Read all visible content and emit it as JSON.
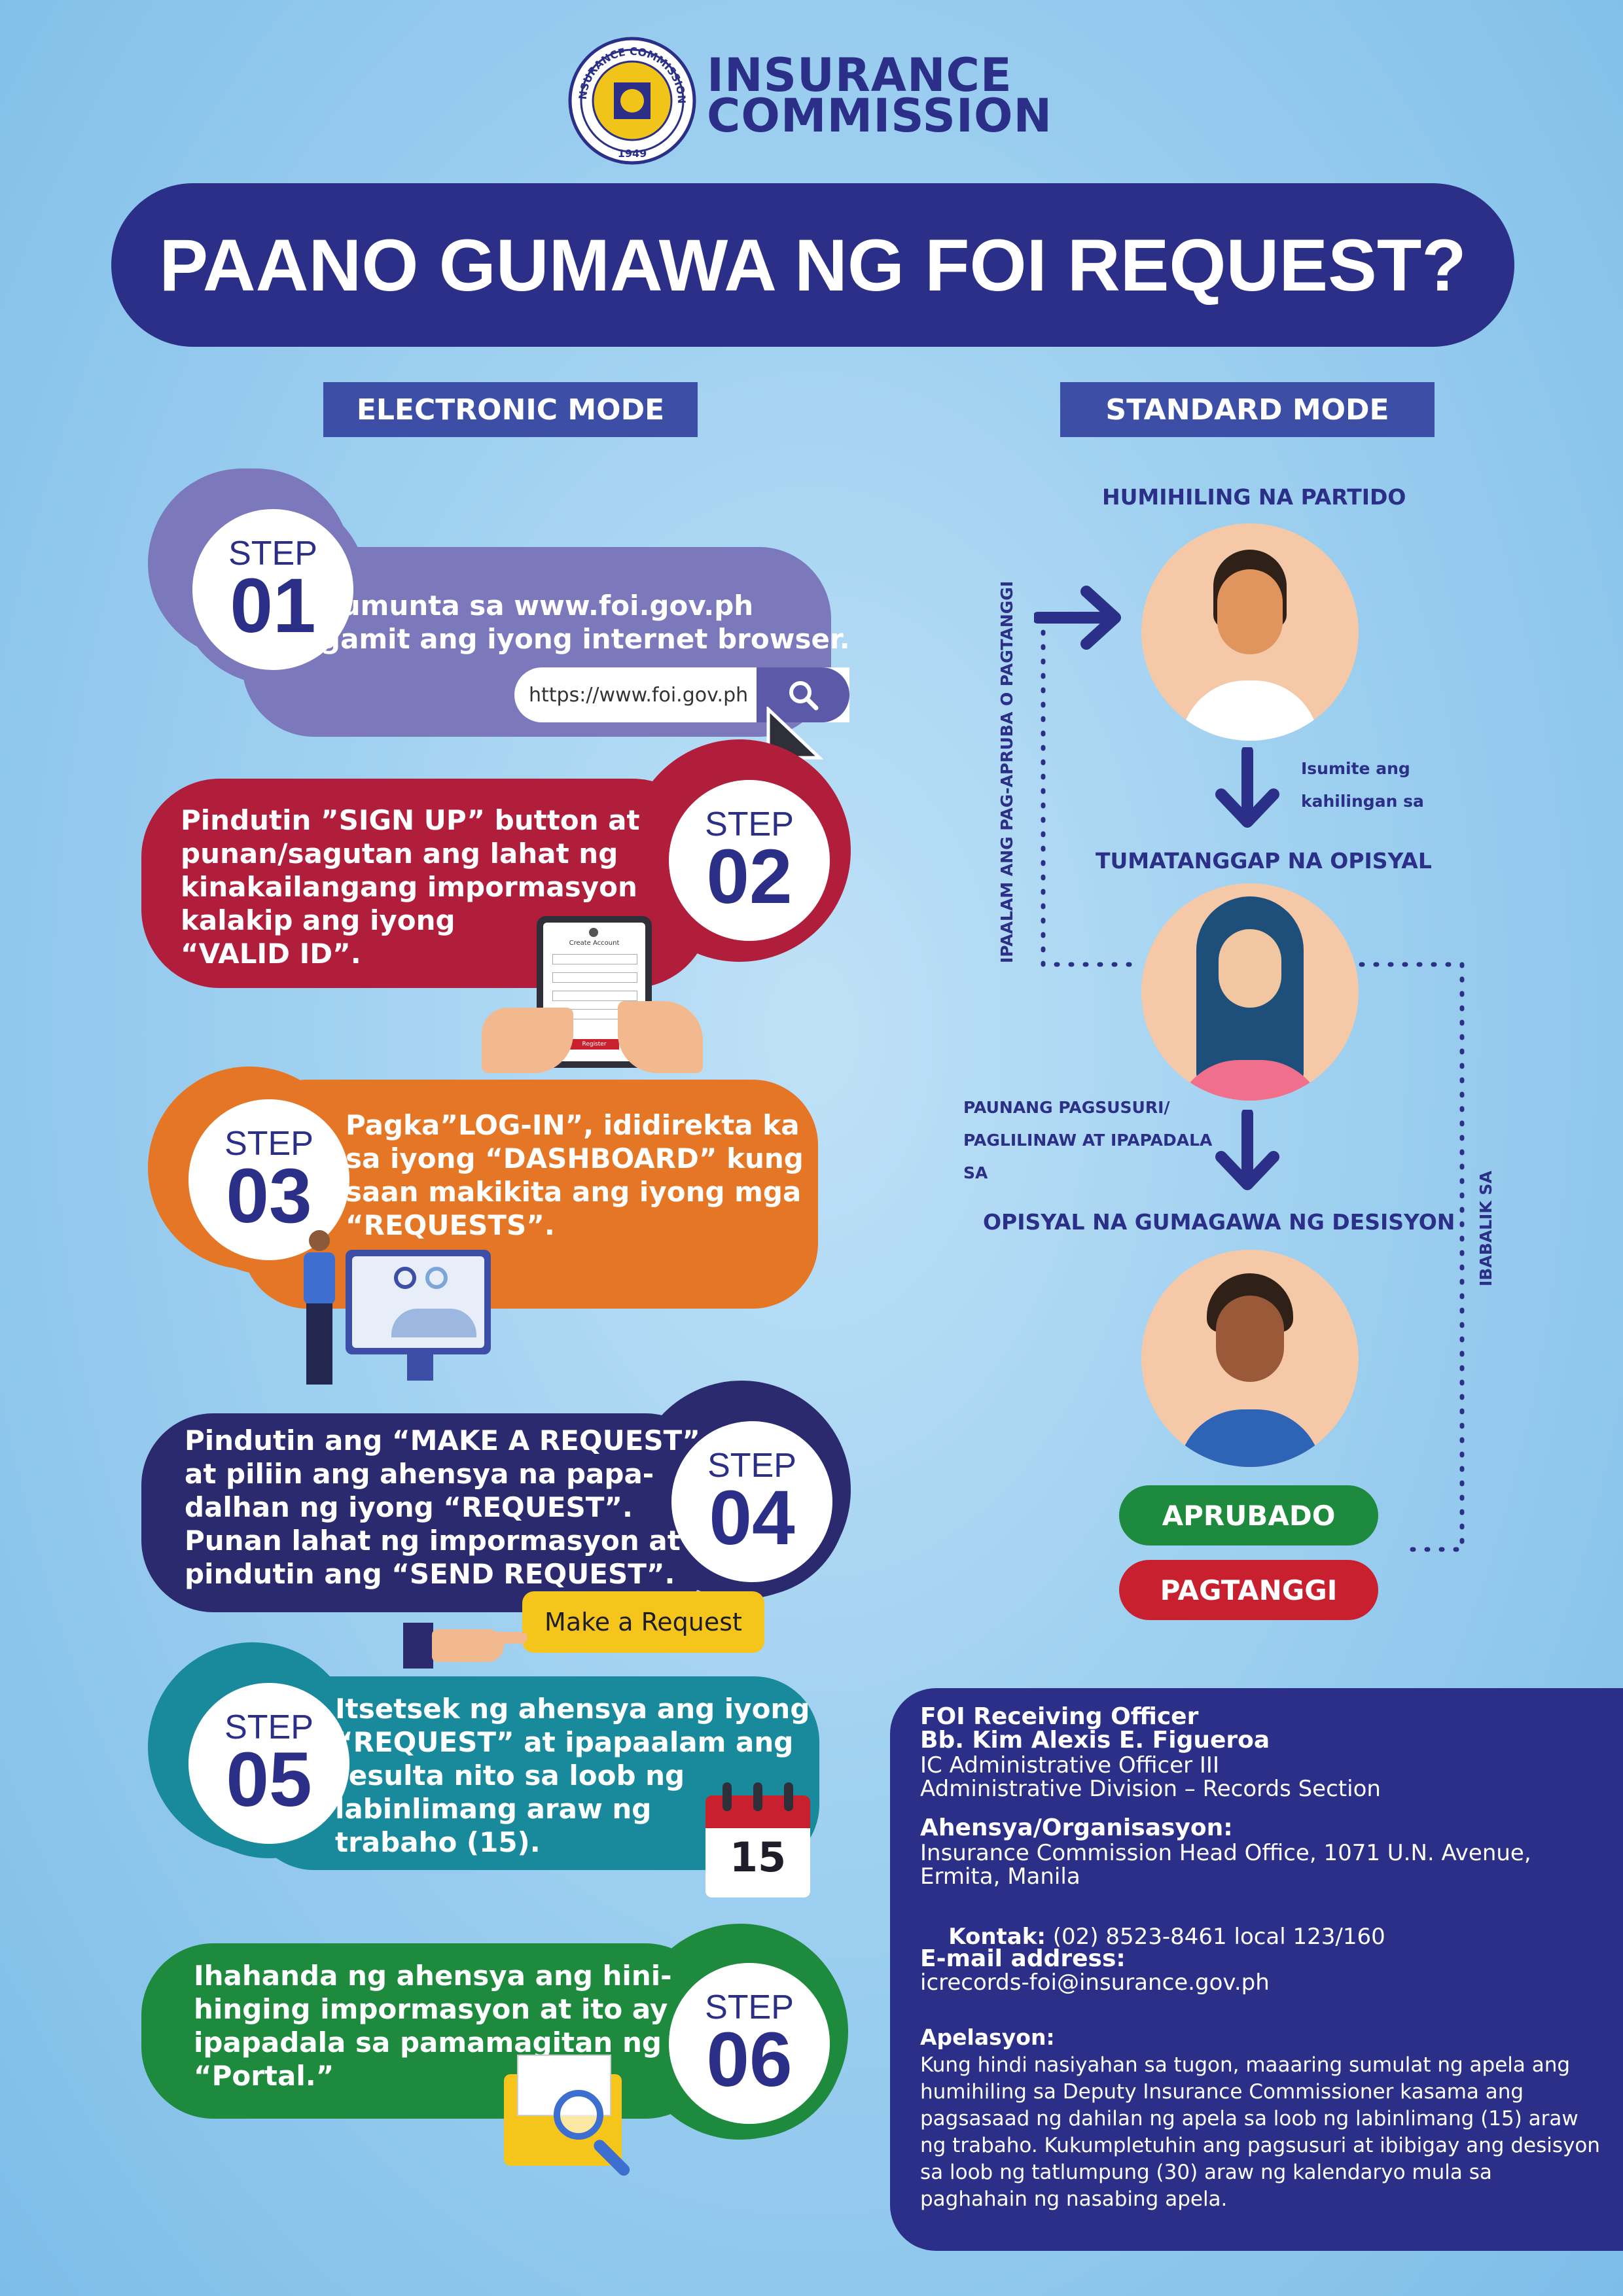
{
  "header": {
    "seal_text": "INSURANCE COMMISSION",
    "seal_year": "1949",
    "org_line1": "INSURANCE",
    "org_line2": "COMMISSION",
    "title": "PAANO GUMAWA NG FOI REQUEST?"
  },
  "modes": {
    "electronic": "ELECTRONIC MODE",
    "standard": "STANDARD MODE"
  },
  "steps": [
    {
      "word": "STEP",
      "num": "01",
      "text": "Pumunta sa www.foi.gov.ph\ngamit ang iyong internet browser.",
      "color": "#7b78bb"
    },
    {
      "word": "STEP",
      "num": "02",
      "text": "Pindutin ”SIGN UP” button at\npunan/sagutan ang lahat ng\nkinakailangang impormasyon\nkalakip ang iyong\n“VALID ID”.",
      "color": "#b01e3c"
    },
    {
      "word": "STEP",
      "num": "03",
      "text": "Pagka”LOG-IN”, ididirekta ka\nsa iyong “DASHBOARD” kung\nsaan makikita ang iyong mga\n“REQUESTS”.",
      "color": "#e57625"
    },
    {
      "word": "STEP",
      "num": "04",
      "text": "Pindutin ang “MAKE A REQUEST”\nat piliin ang ahensya na papa-\ndalhan ng iyong “REQUEST”.\nPunan lahat ng impormasyon at\npindutin ang “SEND REQUEST”.",
      "color": "#2c2a6e"
    },
    {
      "word": "STEP",
      "num": "05",
      "text": "Itsetsek ng ahensya ang iyong\n“REQUEST” at ipapaalam ang\nresulta nito sa loob ng\nlabinlimang araw ng\ntrabaho (15).",
      "color": "#188a9c"
    },
    {
      "word": "STEP",
      "num": "06",
      "text": "Ihahanda ng ahensya ang hini-\nhinging impormasyon at ito ay\nipapadala sa pamamagitan ng\n“Portal.”",
      "color": "#1e8a3e"
    }
  ],
  "browser": {
    "url": "https://www.foi.gov.ph"
  },
  "tablet": {
    "form_title": "Create Account",
    "submit_label": "Register"
  },
  "make_request_label": "Make a Request",
  "calendar_day": "15",
  "standard": {
    "requesting_party": "HUMIHILING NA PARTIDO",
    "submit_note": "Isumite ang\nkahilingan sa",
    "receiving_officer": "TUMATANGGAP NA OPISYAL",
    "review_note": "PAUNANG PAGSUSURI/\nPAGLILINAW AT IPAPADALA\nSA",
    "decision_officer": "OPISYAL NA GUMAGAWA NG DESISYON",
    "notify_vertical": "IPAALAM ANG PAG-APRUBA O PAGTANGGI",
    "return_vertical": "IBABALIK SA",
    "approved": "APRUBADO",
    "denied": "PAGTANGGI"
  },
  "colors": {
    "navy": "#2b2f87",
    "approved": "#1e8a3e",
    "denied": "#c8202f",
    "button_yellow": "#f6c51b"
  },
  "info": {
    "officer_heading": "FOI Receiving Officer",
    "officer_name": "Bb. Kim Alexis E. Figueroa",
    "officer_title": "IC Administrative Officer III",
    "officer_division": "Administrative Division – Records Section",
    "agency_heading": "Ahensya/Organisasyon:",
    "agency_address": "Insurance Commission Head Office, 1071 U.N. Avenue,\nErmita, Manila",
    "contact_label": "Kontak:",
    "contact_value": " (02) 8523-8461 local 123/160",
    "email_heading": "E-mail address:",
    "email_value": "icrecords-foi@insurance.gov.ph",
    "appeal_heading": "Apelasyon:",
    "appeal_text": "Kung hindi nasiyahan sa tugon, maaaring sumulat ng apela ang humihiling sa Deputy Insurance Commissioner kasama ang pagsasaad ng dahilan ng apela sa loob ng labinlimang (15) araw ng trabaho. Kukumpletuhin ang pagsusuri at ibibigay ang desisyon sa loob ng tatlumpung (30) araw ng kalendaryo mula sa paghahain ng nasabing apela."
  }
}
